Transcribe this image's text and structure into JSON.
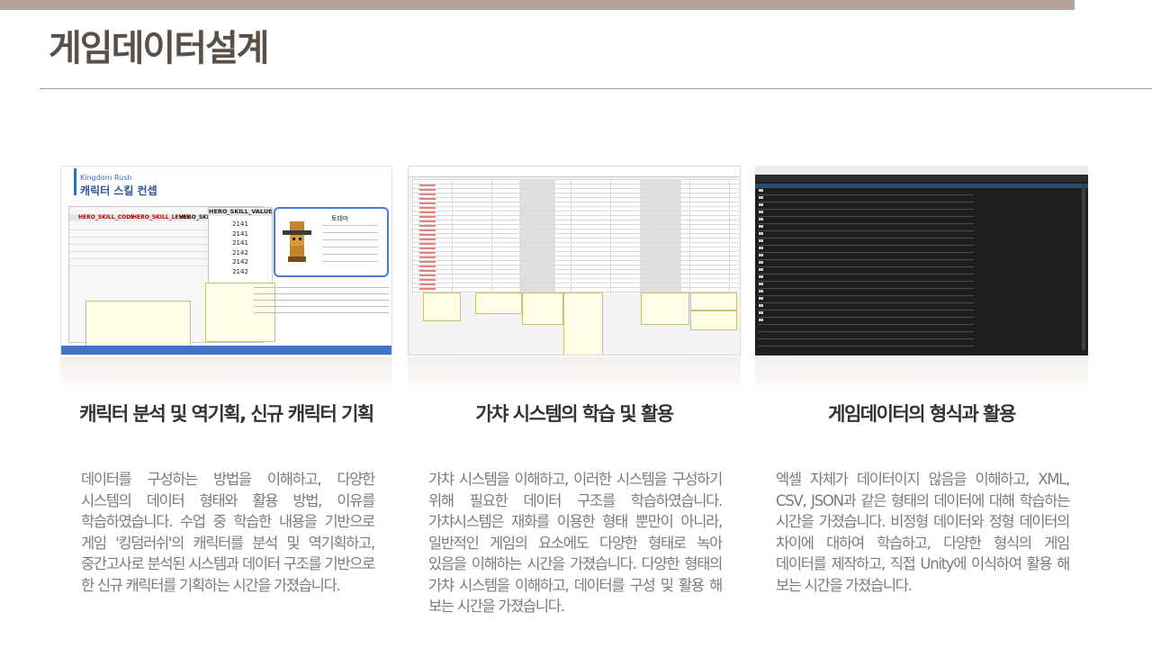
{
  "page": {
    "title": "게임데이터설계",
    "colors": {
      "top_bar": "#b3a398",
      "title": "#5a5048",
      "body_text": "#7b7b7b"
    }
  },
  "cards": [
    {
      "heading": "캐릭터 분석 및 역기획, 신규 캐릭터 기획",
      "body": "데이터를 구성하는 방법을 이해하고, 다양한 시스템의 데이터 형태와 활용 방법, 이유를 학습하였습니다. 수업 중 학습한 내용을 기반으로 게임 '킹덤러쉬'의 캐릭터를 분석 및 역기획하고, 중간고사로 분석된 시스템과 데이터 구조를 기반으로 한 신규 캐릭터를 기획하는 시간을 가졌습니다.",
      "thumb": {
        "subtitle": "Kingdom Rush",
        "title": "캐릭터 스킬 컨셉",
        "col_code": "HERO_SKILL_CODE",
        "col_level": "HERO_SKILL_LEVEL",
        "col_type": "HERO_SKILL_TYPE",
        "col_value": "HERO_SKILL_VALUE",
        "values": [
          "2141",
          "2141",
          "2141",
          "2142",
          "2142",
          "2142"
        ],
        "totem_name": "토테마"
      }
    },
    {
      "heading": "가챠 시스템의 학습 및 활용",
      "body": "가챠 시스템을 이해하고, 이러한 시스템을 구성하기 위해 필요한 데이터 구조를 학습하였습니다. 가챠시스템은 재화를 이용한 형태 뿐만이 아니라, 일반적인 게임의 요소에도 다양한 형태로 녹아 있음을 이해하는 시간을 가졌습니다. 다양한 형태의 가챠 시스템을 이해하고, 데이터를 구성 및 활용 해 보는 시간을 가졌습니다."
    },
    {
      "heading": "게임데이터의 형식과 활용",
      "body": "엑셀 자체가 데이터이지 않음을 이해하고, XML, CSV, JSON과 같은 형태의 데이터에 대해 학습하는 시간을 가졌습니다. 비정형 데이터와 정형 데이터의 차이에 대하여 학습하고, 다양한 형식의 게임 데이터를 제작하고, 직접 Unity에 이식하여 활용 해 보는 시간을 가졌습니다."
    }
  ]
}
